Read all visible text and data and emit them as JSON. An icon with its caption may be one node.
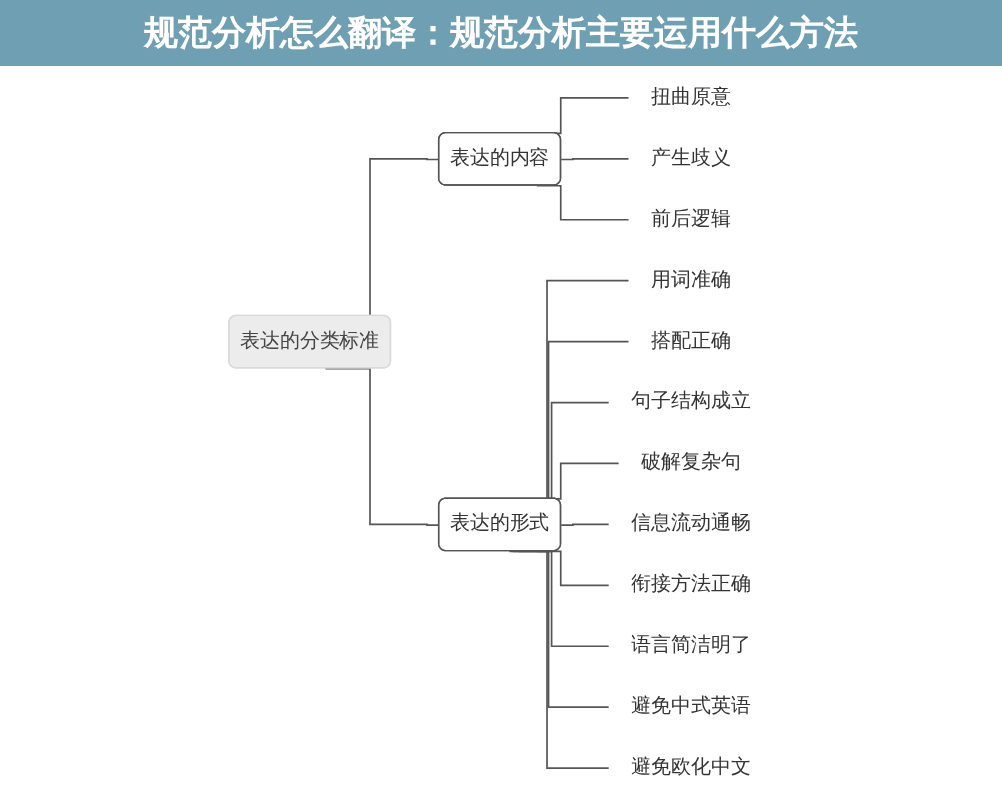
{
  "diagram": {
    "title": "规范分析怎么翻译：规范分析主要运用什么方法",
    "nodes": [
      {
        "text": [
          "表达的分类标准"
        ]
      },
      {
        "text": [
          "表达的内容"
        ]
      },
      {
        "text": [
          "扭曲原意"
        ]
      },
      {
        "text": [
          "产生歧义"
        ]
      },
      {
        "text": [
          "前后逻辑"
        ]
      },
      {
        "text": [
          "表达的形式"
        ]
      },
      {
        "text": [
          "用词准确"
        ]
      },
      {
        "text": [
          "搭配正确"
        ]
      },
      {
        "text": [
          "句子结构成立"
        ]
      },
      {
        "text": [
          "破解复杂句"
        ]
      },
      {
        "text": [
          "信息流动通畅"
        ]
      },
      {
        "text": [
          "衔接方法正确"
        ]
      },
      {
        "text": [
          "语言简洁明了"
        ]
      },
      {
        "text": [
          "避免中式英语"
        ]
      },
      {
        "text": [
          "避免欧化中文"
        ]
      }
    ],
    "edges": [
      {
        "from": 0,
        "to": 1,
        "arrow": "none"
      },
      {
        "from": 1,
        "to": 2,
        "arrow": "none"
      },
      {
        "from": 1,
        "to": 3,
        "arrow": "none"
      },
      {
        "from": 1,
        "to": 4,
        "arrow": "none"
      },
      {
        "from": 0,
        "to": 5,
        "arrow": "none"
      },
      {
        "from": 5,
        "to": 6,
        "arrow": "none"
      },
      {
        "from": 5,
        "to": 7,
        "arrow": "none"
      },
      {
        "from": 5,
        "to": 8,
        "arrow": "none"
      },
      {
        "from": 5,
        "to": 9,
        "arrow": "none"
      },
      {
        "from": 5,
        "to": 10,
        "arrow": "none"
      },
      {
        "from": 5,
        "to": 11,
        "arrow": "none"
      },
      {
        "from": 5,
        "to": 12,
        "arrow": "none"
      },
      {
        "from": 5,
        "to": 13,
        "arrow": "none"
      },
      {
        "from": 5,
        "to": 14,
        "arrow": "none"
      }
    ]
  }
}
